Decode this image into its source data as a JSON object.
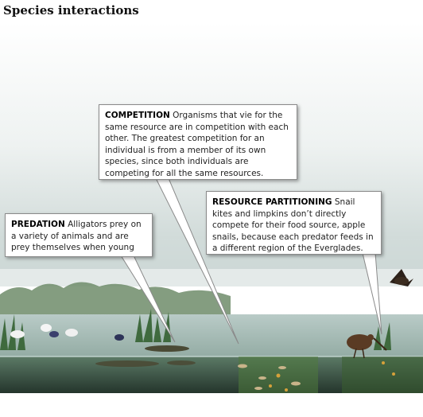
{
  "title": "Species interactions",
  "callouts": {
    "competition": {
      "heading": "COMPETITION",
      "text": "Organisms that vie for the same resource are in competition with each other. The greatest competition for an individual is from a member of its own species, since both individuals are competing for all the same resources."
    },
    "predation": {
      "heading": "PREDATION",
      "text": "Alligators prey on a variety of animals and are prey themselves when young"
    },
    "resource_partitioning": {
      "heading": "RESOURCE PARTITIONING",
      "text": "Snail kites and limpkins don’t directly compete for their food source, apple snails, because each predator feeds in a different region of the Everglades."
    }
  },
  "colors": {
    "sky_top": "#ffffff",
    "sky_bottom": "#cfd8d8",
    "water": "#9fb8b3",
    "underwater": "#3f5a4c",
    "vegetation": "#5e7a52",
    "callout_border": "#8a8a8a"
  }
}
